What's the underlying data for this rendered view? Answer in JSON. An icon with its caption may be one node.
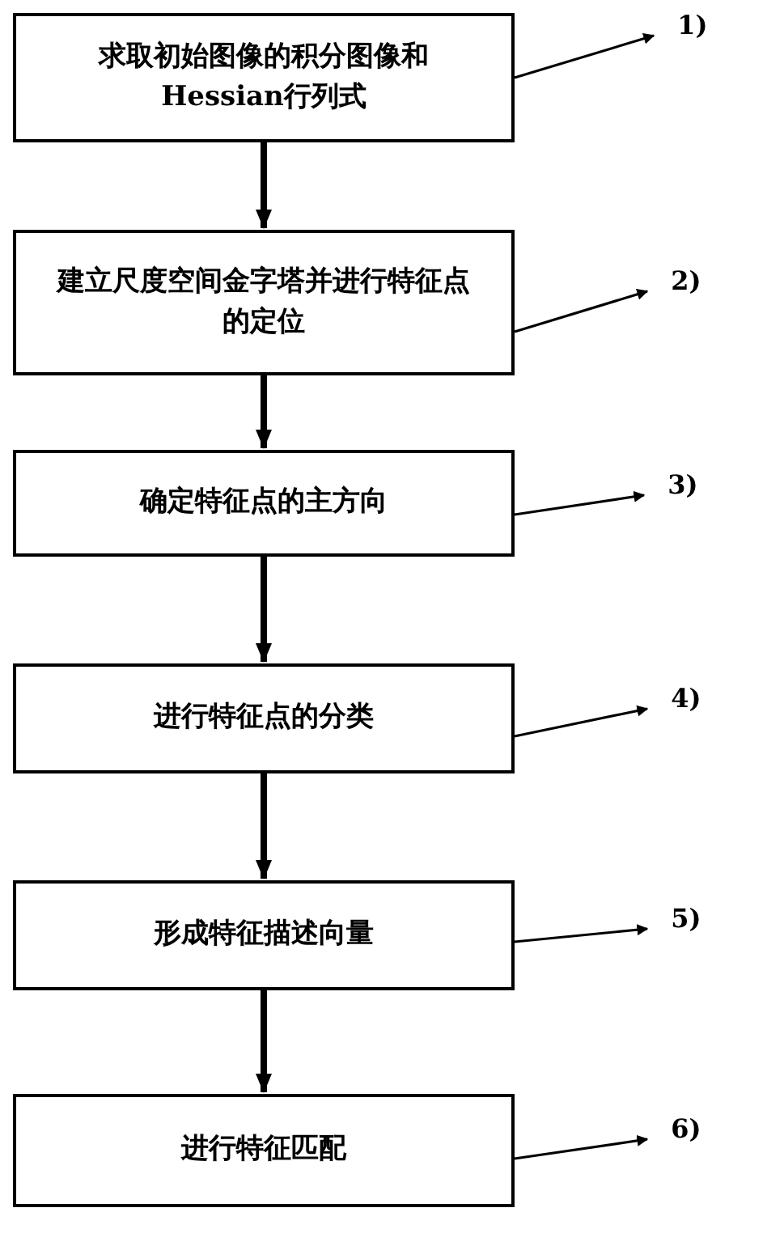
{
  "diagram": {
    "nodes": [
      {
        "text": [
          "求取初始图像的积分图像和Hessian行列式"
        ]
      },
      {
        "text": [
          "1)"
        ]
      },
      {
        "text": [
          "建立尺度空间金字塔并进行特征点的定位"
        ]
      },
      {
        "text": [
          "2)"
        ]
      },
      {
        "text": [
          "确定特征点的主方向"
        ]
      },
      {
        "text": [
          "3)"
        ]
      },
      {
        "text": [
          "进行特征点的分类"
        ]
      },
      {
        "text": [
          "4)"
        ]
      },
      {
        "text": [
          "形成特征描述向量"
        ]
      },
      {
        "text": [
          "5)"
        ]
      },
      {
        "text": [
          "进行特征匹配"
        ]
      },
      {
        "text": [
          "6)"
        ]
      }
    ],
    "edges": [
      {
        "from": 0,
        "to": 2,
        "arrow": "to",
        "style": "thick"
      },
      {
        "from": 2,
        "to": 4,
        "arrow": "to",
        "style": "thick"
      },
      {
        "from": 4,
        "to": 6,
        "arrow": "to",
        "style": "thick"
      },
      {
        "from": 6,
        "to": 8,
        "arrow": "to",
        "style": "thick"
      },
      {
        "from": 8,
        "to": 10,
        "arrow": "to",
        "style": "thick"
      },
      {
        "from": 0,
        "to": 1,
        "arrow": "to"
      },
      {
        "from": 2,
        "to": 3,
        "arrow": "to"
      },
      {
        "from": 4,
        "to": 5,
        "arrow": "to"
      },
      {
        "from": 6,
        "to": 7,
        "arrow": "to"
      },
      {
        "from": 8,
        "to": 9,
        "arrow": "to"
      },
      {
        "from": 10,
        "to": 11,
        "arrow": "to"
      }
    ]
  }
}
